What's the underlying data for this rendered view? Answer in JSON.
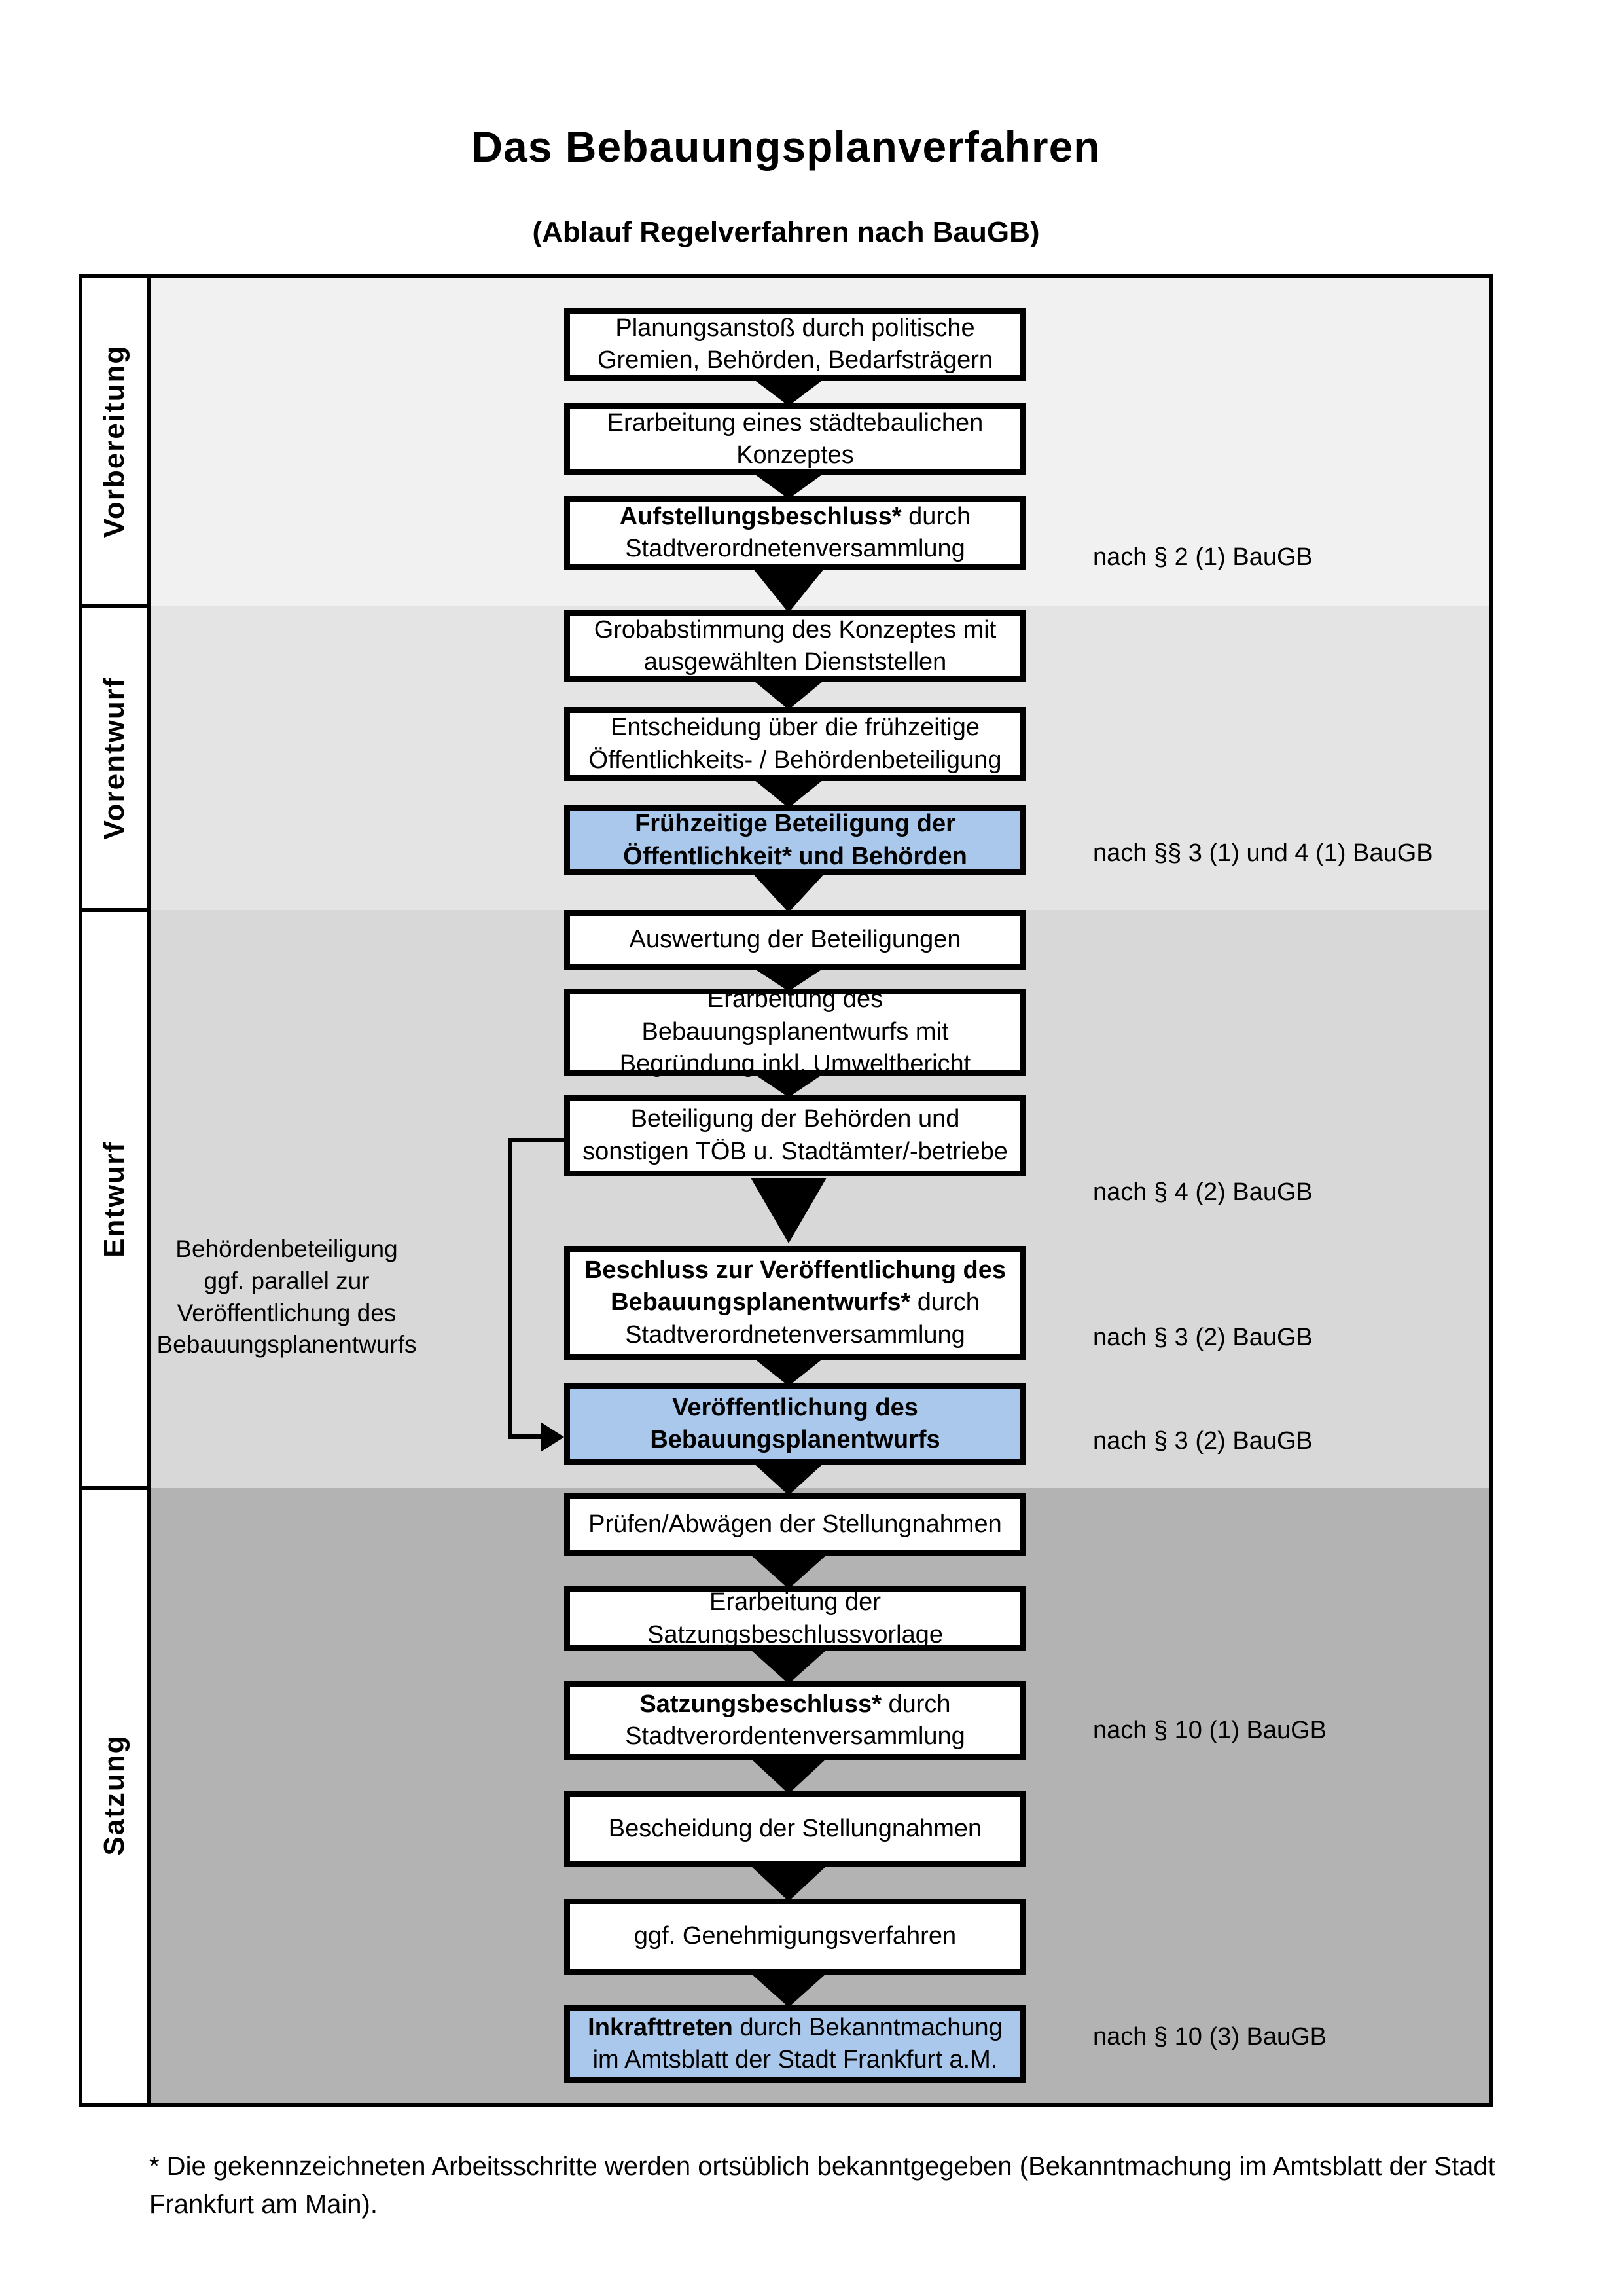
{
  "title": "Das Bebauungsplanverfahren",
  "subtitle": "(Ablauf Regelverfahren nach BauGB)",
  "phases": [
    {
      "label": "Vorbereitung"
    },
    {
      "label": "Vorentwurf"
    },
    {
      "label": "Entwurf"
    },
    {
      "label": "Satzung"
    }
  ],
  "boxes": [
    {
      "bold": "",
      "text": "Planungsanstoß durch politische\nGremien, Behörden, Bedarfsträgern",
      "highlight": false
    },
    {
      "bold": "",
      "text": "Erarbeitung eines städtebaulichen\nKonzeptes",
      "highlight": false
    },
    {
      "bold": "Aufstellungsbeschluss*",
      "text": " durch\nStadtverordnetenversammlung",
      "highlight": false
    },
    {
      "bold": "",
      "text": "Grobabstimmung des Konzeptes mit\nausgewählten Dienststellen",
      "highlight": false
    },
    {
      "bold": "",
      "text": "Entscheidung über die frühzeitige\nÖffentlichkeits- / Behördenbeteiligung",
      "highlight": false
    },
    {
      "bold": "Frühzeitige Beteiligung der\nÖffentlichkeit* und Behörden",
      "text": "",
      "highlight": true
    },
    {
      "bold": "",
      "text": "Auswertung der Beteiligungen",
      "highlight": false
    },
    {
      "bold": "",
      "text": "Erarbeitung des\nBebauungsplanentwurfs mit\nBegründung inkl. Umweltbericht",
      "highlight": false
    },
    {
      "bold": "",
      "text": "Beteiligung der Behörden und\nsonstigen TÖB u. Stadtämter/-betriebe",
      "highlight": false
    },
    {
      "bold": "Beschluss zur Veröffentlichung des\nBebauungsplanentwurfs*",
      "text": " durch\nStadtverordnetenversammlung",
      "highlight": false
    },
    {
      "bold": "Veröffentlichung des\nBebauungsplanentwurfs",
      "text": "",
      "highlight": true
    },
    {
      "bold": "",
      "text": "Prüfen/Abwägen der Stellungnahmen",
      "highlight": false
    },
    {
      "bold": "",
      "text": "Erarbeitung der\nSatzungsbeschlussvorlage",
      "highlight": false
    },
    {
      "bold": "Satzungsbeschluss*",
      "text": " durch\nStadtverordentenversammlung",
      "highlight": false
    },
    {
      "bold": "",
      "text": "Bescheidung der Stellungnahmen",
      "highlight": false
    },
    {
      "bold": "",
      "text": "ggf. Genehmigungsverfahren",
      "highlight": false
    },
    {
      "bold": "Inkrafttreten",
      "text": " durch Bekanntmachung\nim Amtsblatt der Stadt Frankfurt a.M.",
      "highlight": true
    }
  ],
  "references": [
    "nach § 2 (1) BauGB",
    "nach §§ 3 (1) und 4 (1) BauGB",
    "nach § 4 (2) BauGB",
    "nach § 3 (2) BauGB",
    "nach § 3 (2) BauGB",
    "nach § 10 (1) BauGB",
    "nach § 10 (3) BauGB"
  ],
  "side_note": "Behördenbeteiligung\nggf. parallel zur\nVeröffentlichung des\nBebauungsplanentwurfs",
  "footnote": "* Die gekennzeichneten Arbeitsschritte werden ortsüblich bekanntgegeben (Bekanntmachung im Amtsblatt der Stadt\nFrankfurt am Main).",
  "colors": {
    "highlight_blue": "#a9c8ec",
    "phase_band_1": "#f1f1f1",
    "phase_band_2": "#e4e4e4",
    "phase_band_3": "#d8d8d8",
    "phase_band_4": "#b3b3b3"
  }
}
